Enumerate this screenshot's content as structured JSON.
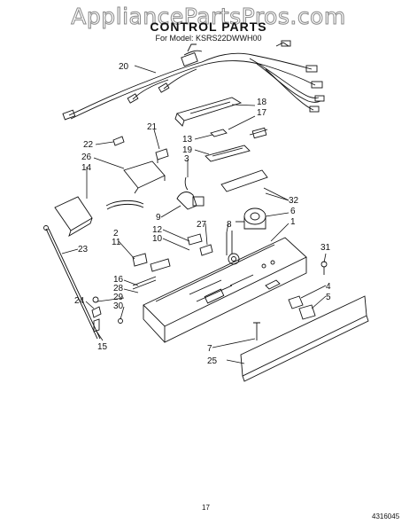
{
  "watermark": "AppliancePartsPros.com",
  "title": "CONTROL PARTS",
  "model": "For Model: KSRS22DWWH00",
  "page_number": "17",
  "document_number": "4316045",
  "labels": {
    "l20": "20",
    "l18": "18",
    "l17": "17",
    "l21": "21",
    "l13": "13",
    "l19": "19",
    "l22": "22",
    "l26": "26",
    "l14": "14",
    "l3": "3",
    "l32": "32",
    "l6": "6",
    "l1": "1",
    "l9": "9",
    "l27": "27",
    "l8": "8",
    "l2": "2",
    "l12": "12",
    "l10": "10",
    "l11": "11",
    "l23": "23",
    "l31": "31",
    "l16": "16",
    "l28": "28",
    "l29": "29",
    "l24": "24",
    "l30": "30",
    "l15": "15",
    "l4": "4",
    "l5": "5",
    "l7": "7",
    "l25": "25"
  }
}
